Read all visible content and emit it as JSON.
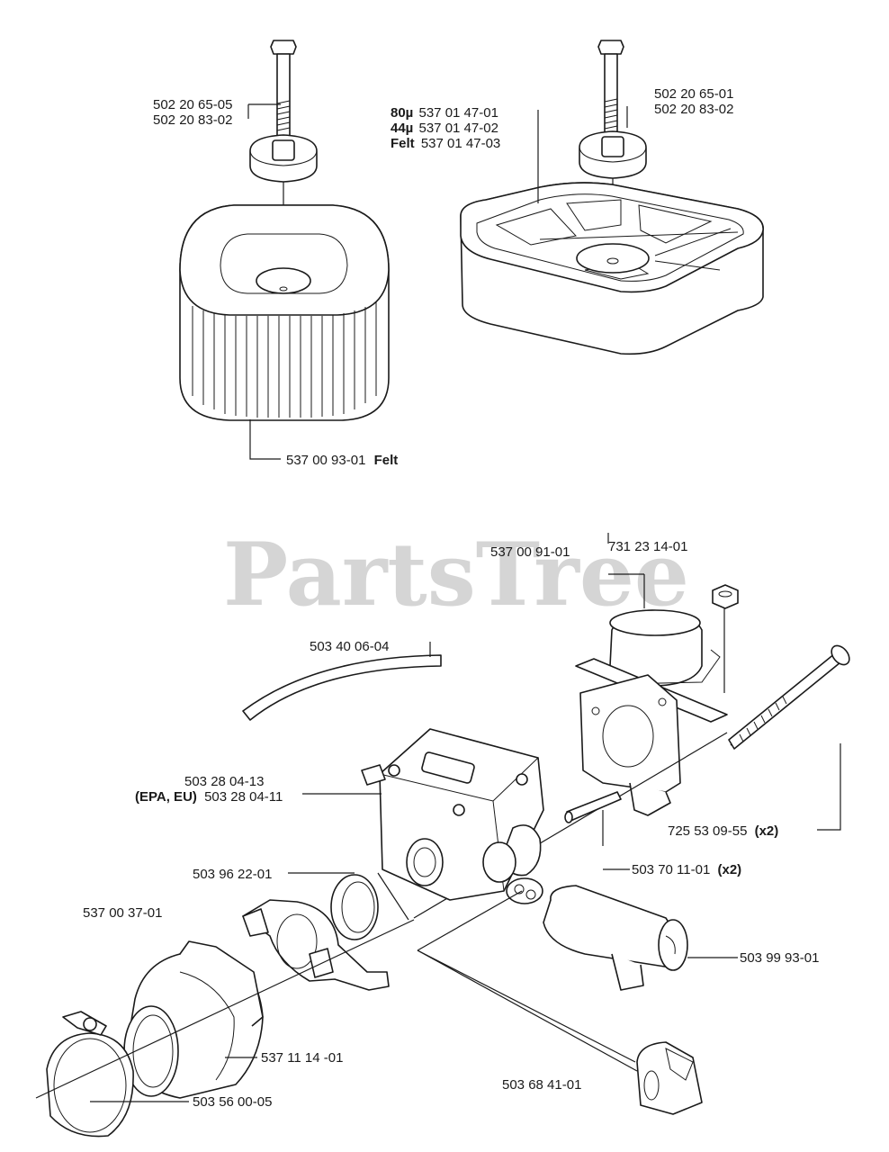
{
  "watermark": "PartsTree",
  "labels": {
    "top_left_bolt_1": "502 20 65-05",
    "top_left_bolt_2": "502 20 83-02",
    "felt_filter_code": "537 00 93-01",
    "felt_filter_tag": "Felt",
    "alt_filter_80_prefix": "80µ",
    "alt_filter_80_code": "537 01 47-01",
    "alt_filter_44_prefix": "44µ",
    "alt_filter_44_code": "537 01 47-02",
    "alt_filter_felt_prefix": "Felt",
    "alt_filter_felt_code": "537 01 47-03",
    "top_right_bolt_1": "502 20 65-01",
    "top_right_bolt_2": "502 20 83-02",
    "choke_housing": "537 00 91-01",
    "nut": "731 23 14-01",
    "fuel_hose": "503 40 06-04",
    "carburetor_1": "503 28 04-13",
    "carburetor_2_prefix": "(EPA, EU)",
    "carburetor_2_code": "503 28 04-11",
    "long_bolt_code": "725 53 09-55",
    "long_bolt_qty": "(x2)",
    "pin_code": "503 70 11-01",
    "pin_qty": "(x2)",
    "seal_ring": "503 96 22-01",
    "clamp": "537 00 37-01",
    "sleeve": "503 99 93-01",
    "intake_boot": "537 11 14 -01",
    "hose_clamp": "503 56 00-05",
    "throttle_lever": "503 68 41-01"
  }
}
